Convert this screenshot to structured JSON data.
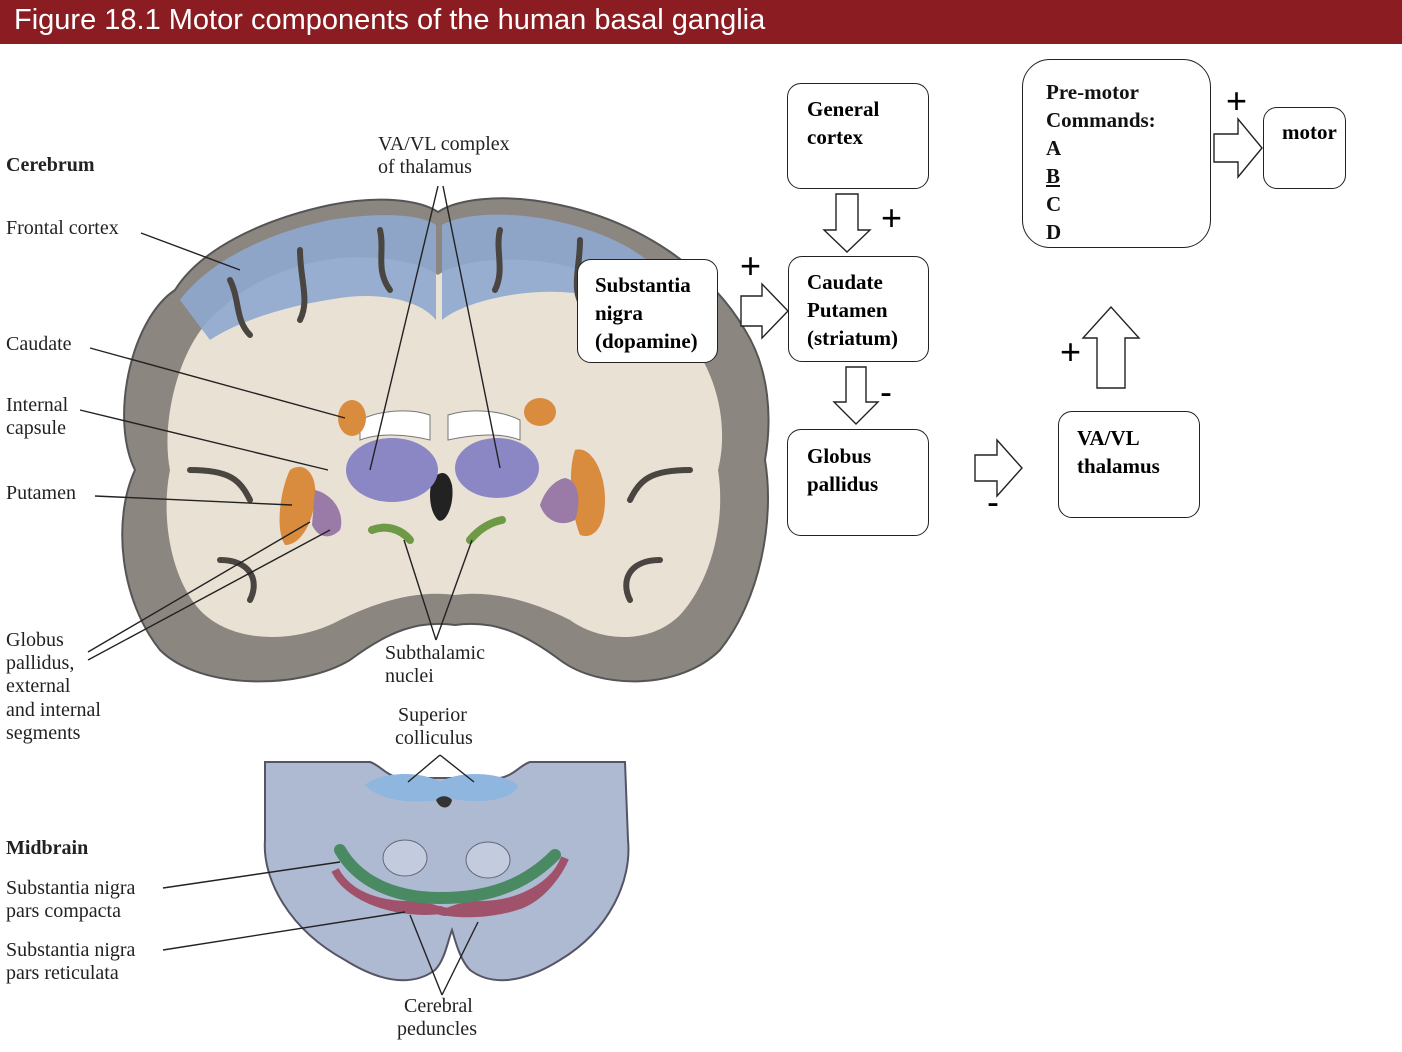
{
  "header": {
    "title": "Figure 18.1  Motor components of the human basal ganglia"
  },
  "anatomy_labels": {
    "cerebrum": "Cerebrum",
    "frontal_cortex": "Frontal cortex",
    "caudate": "Caudate",
    "internal_capsule_1": "Internal",
    "internal_capsule_2": "capsule",
    "putamen": "Putamen",
    "globus_pallidus_1": "Globus",
    "globus_pallidus_2": "pallidus,",
    "globus_pallidus_3": "external",
    "globus_pallidus_4": "and internal",
    "globus_pallidus_5": "segments",
    "va_vl_1": "VA/VL complex",
    "va_vl_2": "of thalamus",
    "subthalamic_1": "Subthalamic",
    "subthalamic_2": "nuclei",
    "superior_colliculus_1": "Superior",
    "superior_colliculus_2": "colliculus",
    "midbrain": "Midbrain",
    "sn_compacta_1": "Substantia nigra",
    "sn_compacta_2": "pars compacta",
    "sn_reticulata_1": "Substantia nigra",
    "sn_reticulata_2": "pars reticulata",
    "cerebral_peduncles_1": "Cerebral",
    "cerebral_peduncles_2": "peduncles"
  },
  "flow": {
    "general_cortex": {
      "line1": "General",
      "line2": "cortex"
    },
    "substantia_nigra": {
      "line1": "Substantia",
      "line2": "nigra",
      "line3": "(dopamine)"
    },
    "striatum": {
      "line1": "Caudate",
      "line2": "Putamen",
      "line3": "(striatum)"
    },
    "globus_pallidus": {
      "line1": "Globus",
      "line2": "pallidus"
    },
    "thalamus": {
      "line1": "VA/VL",
      "line2": "thalamus"
    },
    "premotor": {
      "line1": "Pre-motor",
      "line2": "Commands:",
      "items": [
        "A",
        "B",
        "C",
        "D"
      ]
    },
    "motor": {
      "label": "motor"
    },
    "signs": {
      "cortex_to_striatum": "+",
      "nigra_to_striatum": "+",
      "striatum_to_pallidus": "-",
      "pallidus_to_thalamus": "-",
      "thalamus_to_premotor": "+",
      "premotor_to_motor": "+"
    }
  },
  "colors": {
    "title_bar": "#8a1c22",
    "cortex_blue": "#8ea9cf",
    "white_matter": "#e9e1d4",
    "gray_matter": "#8c8680",
    "caudate_putamen": "#d98b3e",
    "thalamus": "#8a87c4",
    "globus_pallidus": "#9a7aa6",
    "subthalamic": "#6f9a45",
    "sn_compacta": "#4a8a63",
    "sn_reticulata": "#a0526a",
    "midbrain_tissue": "#aeb9d2"
  }
}
